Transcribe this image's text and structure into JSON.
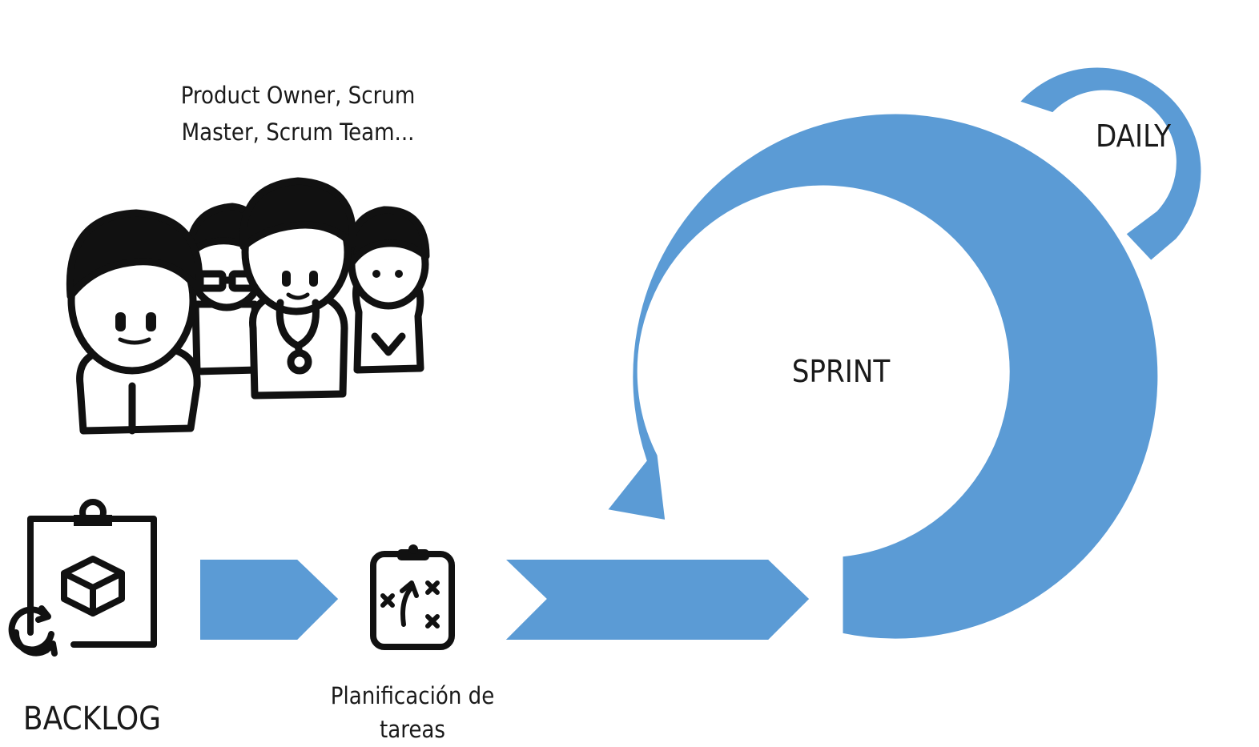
{
  "labels": {
    "team": "Product Owner, Scrum\nMaster, Scrum Team...",
    "daily": "DAILY",
    "sprint": "SPRINT",
    "backlog": "BACKLOG",
    "planning": "Planificación de\ntareas"
  },
  "icons": {
    "team": "team-people-icon",
    "backlog": "clipboard-box-icon",
    "planning": "clipboard-strategy-icon",
    "sprint_cycle": "circular-arrow-icon",
    "daily_cycle": "circular-arrow-icon"
  },
  "colors": {
    "flow": "#5b9bd5",
    "flow_outline": "#ffffff",
    "ink": "#111111"
  }
}
